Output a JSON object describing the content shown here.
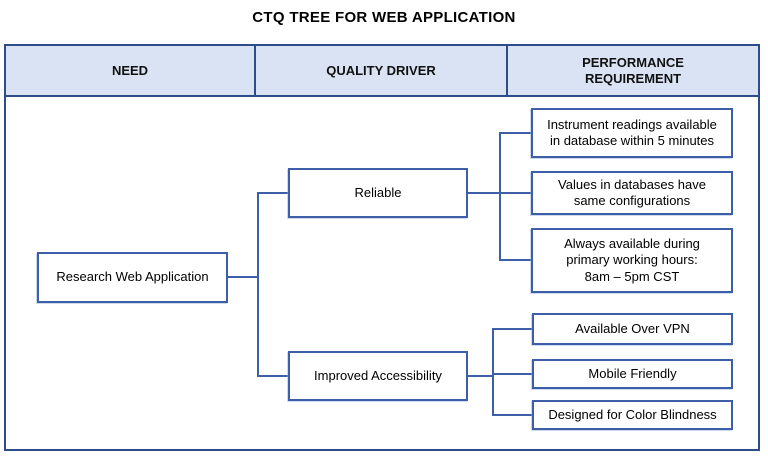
{
  "title": "CTQ TREE FOR WEB APPLICATION",
  "header": {
    "columns": [
      {
        "label": "NEED"
      },
      {
        "label": "QUALITY DRIVER"
      },
      {
        "label": "PERFORMANCE\nREQUIREMENT"
      }
    ]
  },
  "tree": {
    "need": {
      "label": "Research Web Application"
    },
    "drivers": [
      {
        "label": "Reliable",
        "requirements": [
          {
            "label": "Instrument readings available\nin database within 5 minutes"
          },
          {
            "label": "Values in databases have\nsame configurations"
          },
          {
            "label": "Always available during\nprimary working hours:\n8am – 5pm CST"
          }
        ]
      },
      {
        "label": "Improved Accessibility",
        "requirements": [
          {
            "label": "Available Over VPN"
          },
          {
            "label": "Mobile Friendly"
          },
          {
            "label": "Designed for Color Blindness"
          }
        ]
      }
    ]
  },
  "colors": {
    "accent_dark": "#2c4c8c",
    "accent_box": "#3d5fa8",
    "header_fill": "#dae3f3",
    "text_color": "#111111",
    "page_bg": "#ffffff"
  }
}
